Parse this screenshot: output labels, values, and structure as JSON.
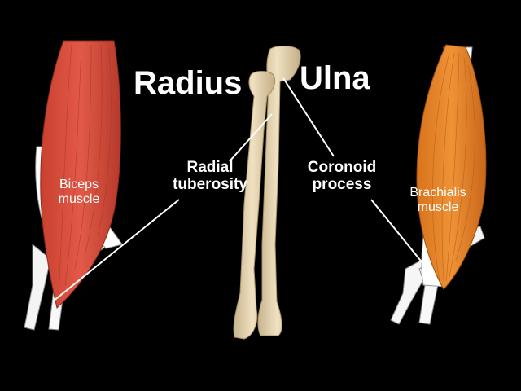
{
  "labels": {
    "radius": "Radius",
    "ulna": "Ulna",
    "radial_tuberosity": [
      "Radial",
      "tuberosity"
    ],
    "coronoid_process": [
      "Coronoid",
      "process"
    ],
    "biceps_muscle": [
      "Biceps",
      "muscle"
    ],
    "brachialis_muscle": [
      "Brachialis",
      "muscle"
    ]
  },
  "colors": {
    "background": "#000000",
    "biceps": "#e25a47",
    "brachialis": "#e8862a",
    "bone": "#e7d6b2",
    "tendon": "#ffffff",
    "label": "#ffffff"
  }
}
